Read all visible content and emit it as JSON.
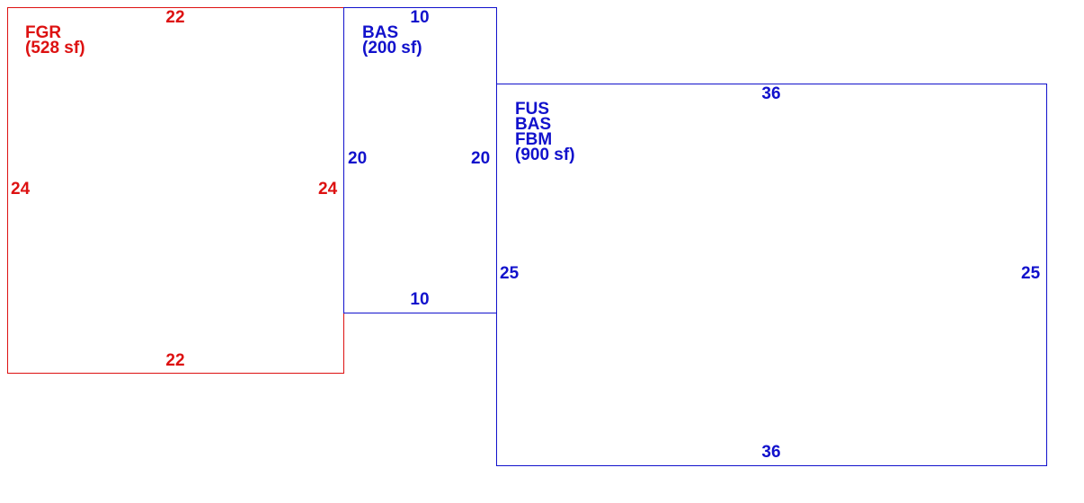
{
  "colors": {
    "garage": "#dd1111",
    "living": "#1111cc"
  },
  "areas": [
    {
      "id": "fgr",
      "codes": [
        "FGR"
      ],
      "area_label": "(528 sf)",
      "color": "#dd1111",
      "dimensions": {
        "top": "22",
        "bottom": "22",
        "left": "24",
        "right": "24"
      }
    },
    {
      "id": "bas",
      "codes": [
        "BAS"
      ],
      "area_label": "(200 sf)",
      "color": "#1111cc",
      "dimensions": {
        "top": "10",
        "bottom": "10",
        "left": "20",
        "right": "20"
      }
    },
    {
      "id": "main",
      "codes": [
        "FUS",
        "BAS",
        "FBM"
      ],
      "area_label": "(900 sf)",
      "color": "#1111cc",
      "dimensions": {
        "top": "36",
        "bottom": "36",
        "left": "25",
        "right": "25"
      }
    }
  ]
}
